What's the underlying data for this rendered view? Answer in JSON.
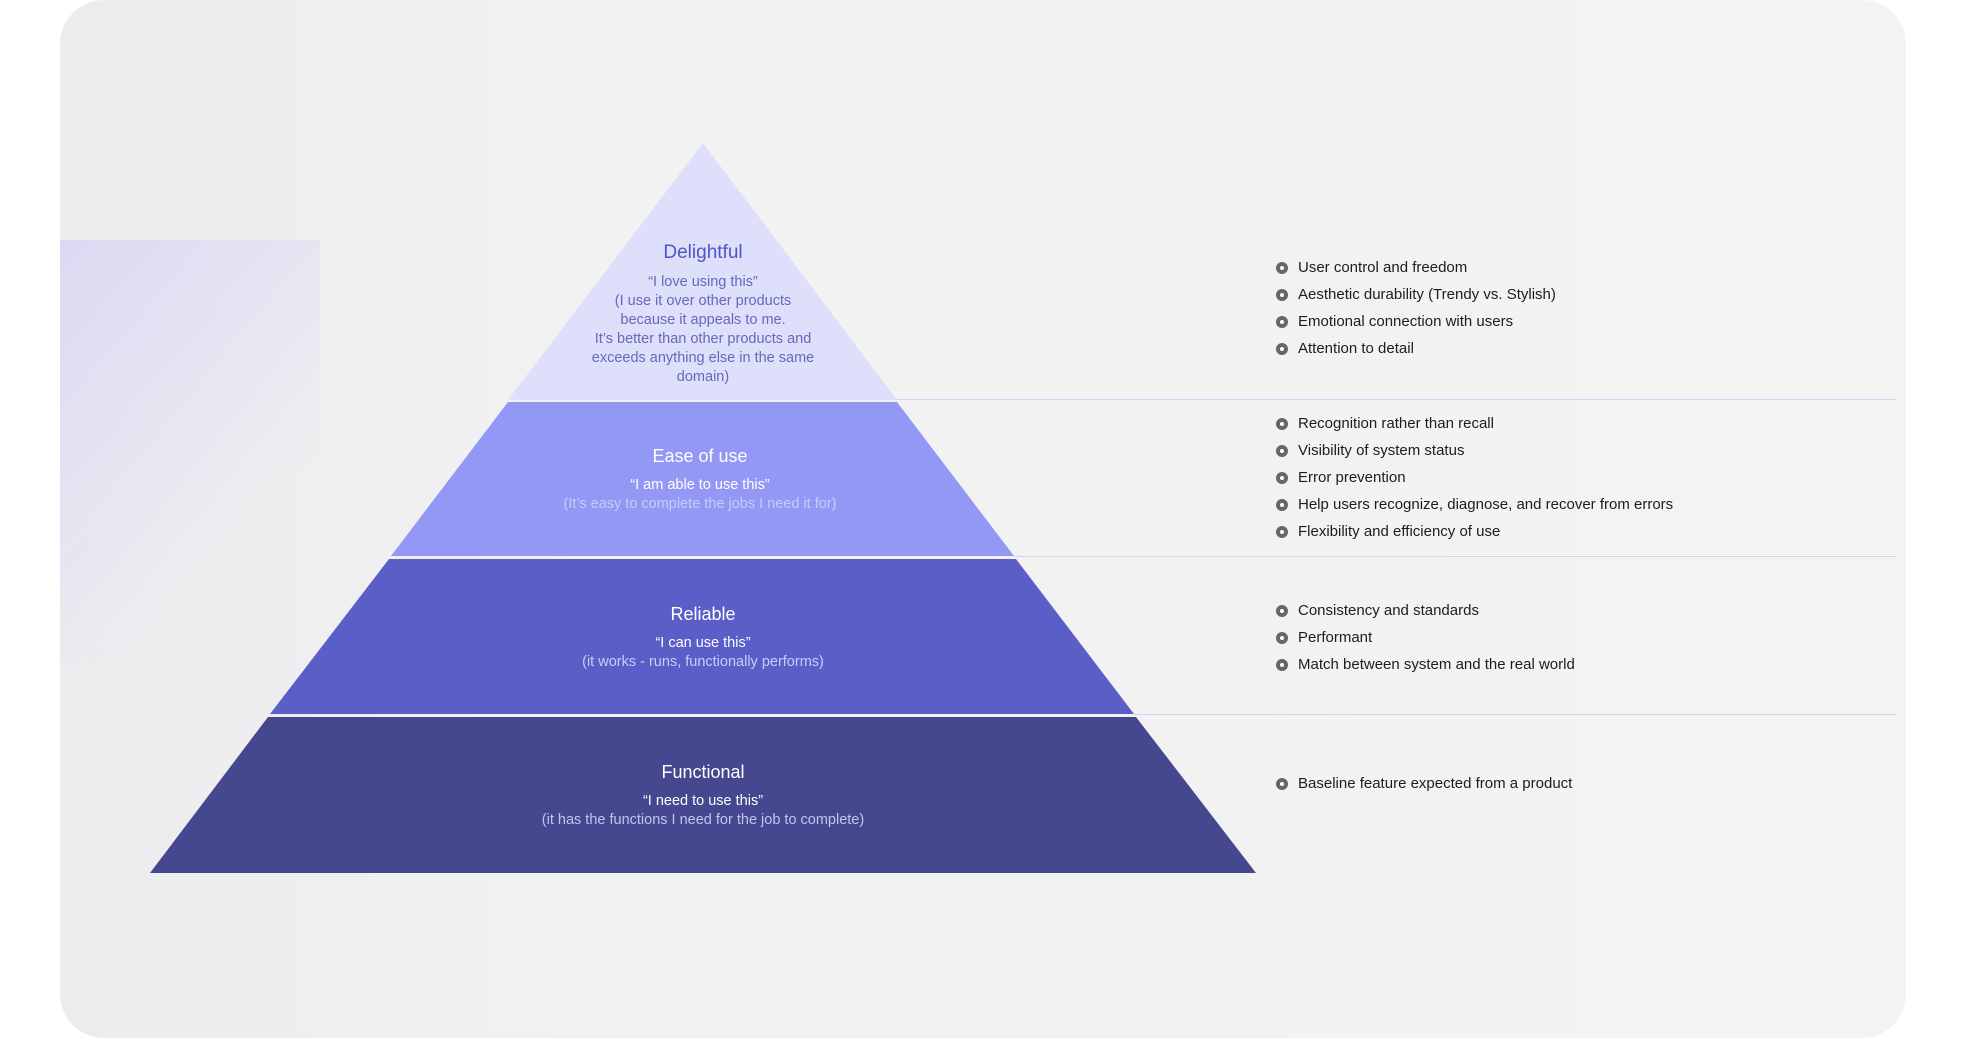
{
  "colors": {
    "delightful": "#dddffb",
    "ease_of_use": "#9298f3",
    "reliable": "#5b5ec6",
    "functional": "#45478f",
    "divider": "#cfd2f3"
  },
  "tiers": [
    {
      "title": "Delightful",
      "quote": "“I love using this”",
      "desc": "(I use it over other products\nbecause it appeals to me.\nIt’s better than other products and\nexceeds anything else in the same\ndomain)",
      "bullets": [
        "User control and freedom",
        "Aesthetic durability (Trendy vs. Stylish)",
        "Emotional connection with users",
        "Attention to detail"
      ]
    },
    {
      "title": "Ease of use",
      "quote": "“I am able to use this”",
      "desc": "(It’s easy to complete the jobs I need it for)",
      "bullets": [
        "Recognition rather than recall",
        "Visibility of system status",
        "Error prevention",
        "Help users recognize, diagnose, and recover from errors",
        "Flexibility and efficiency of use"
      ]
    },
    {
      "title": "Reliable",
      "quote": "“I can use this”",
      "desc": "(it works - runs, functionally performs)",
      "bullets": [
        "Consistency and standards",
        "Performant",
        "Match between system and the real world"
      ]
    },
    {
      "title": "Functional",
      "quote": "“I need to use this”",
      "desc": "(it has the functions I need for the job to complete)",
      "bullets": [
        "Baseline feature expected from a product"
      ]
    }
  ]
}
